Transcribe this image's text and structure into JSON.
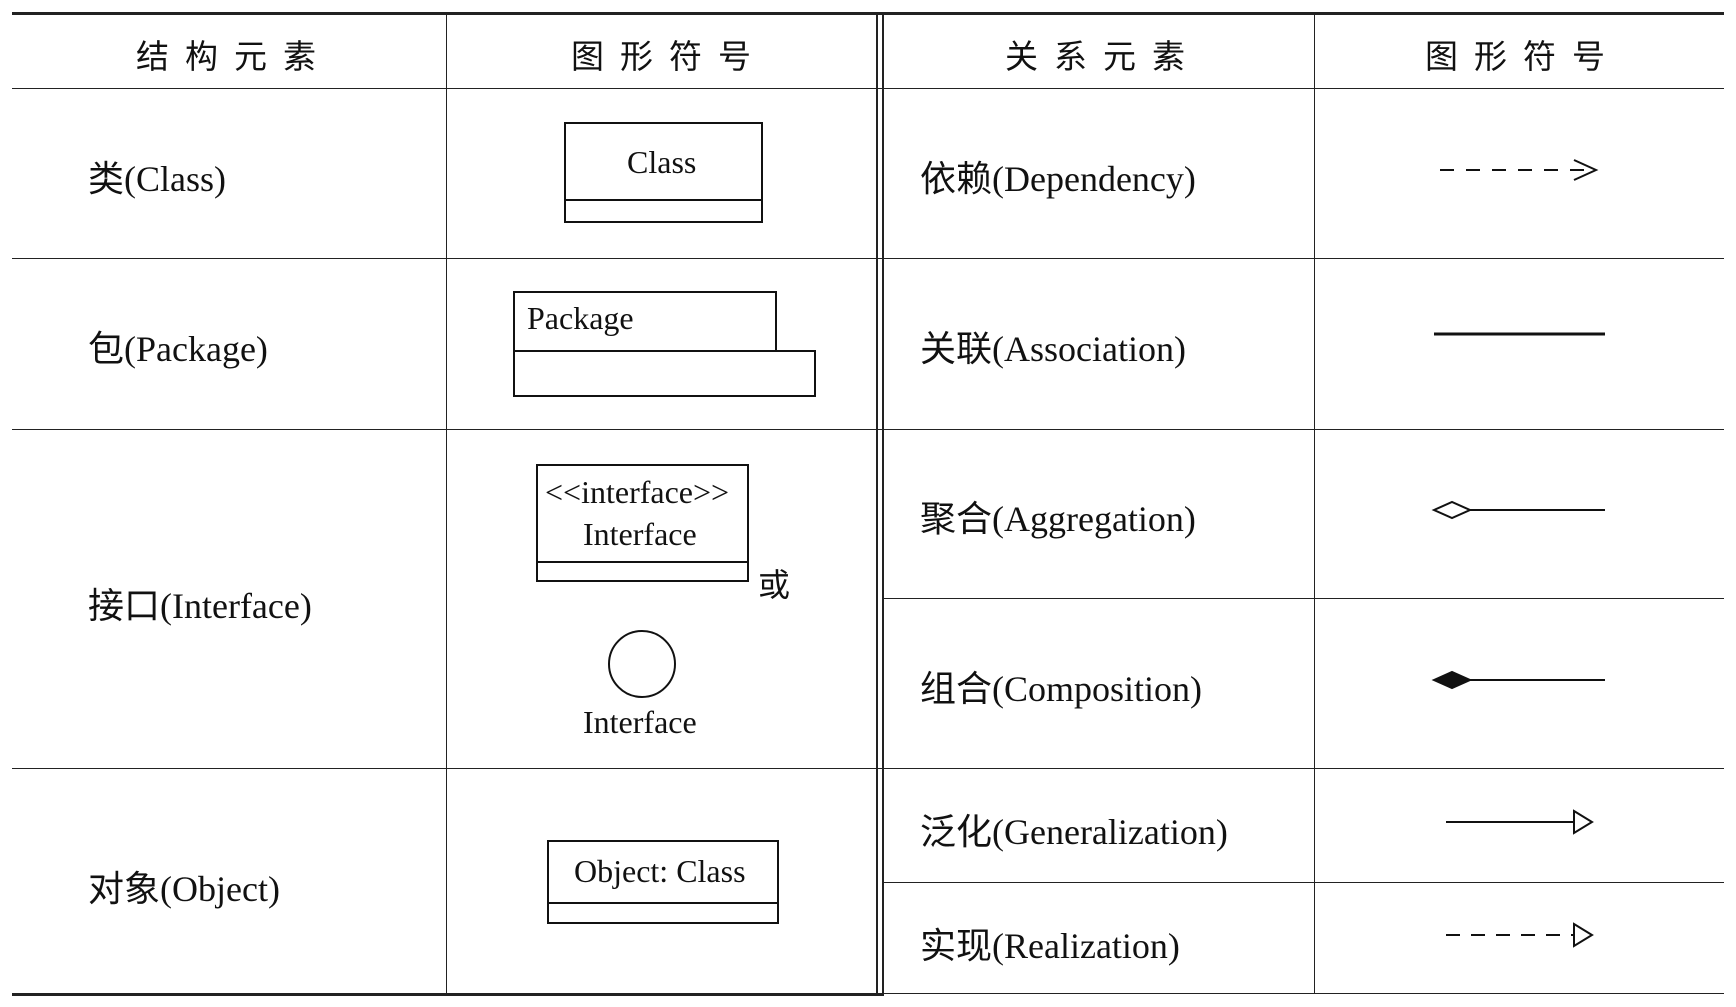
{
  "headers": {
    "structure_elements": "结构元素",
    "graphic_symbol_left": "图形符号",
    "relation_elements": "关系元素",
    "graphic_symbol_right": "图形符号"
  },
  "structure": [
    {
      "label": "类(Class)",
      "symbol_text": "Class"
    },
    {
      "label": "包(Package)",
      "symbol_text": "Package"
    },
    {
      "label": "接口(Interface)",
      "symbol_text_1": "<<interface>>",
      "symbol_text_2": "Interface",
      "or_text": "或",
      "circle_text": "Interface"
    },
    {
      "label": "对象(Object)",
      "symbol_text": "Object: Class"
    }
  ],
  "relations": [
    {
      "label": "依赖(Dependency)",
      "icon": "dashed-arrow-open"
    },
    {
      "label": "关联(Association)",
      "icon": "solid-line"
    },
    {
      "label": "聚合(Aggregation)",
      "icon": "hollow-diamond-line"
    },
    {
      "label": "组合(Composition)",
      "icon": "filled-diamond-line"
    },
    {
      "label": "泛化(Generalization)",
      "icon": "solid-line-hollow-triangle"
    },
    {
      "label": "实现(Realization)",
      "icon": "dashed-line-hollow-triangle"
    }
  ]
}
